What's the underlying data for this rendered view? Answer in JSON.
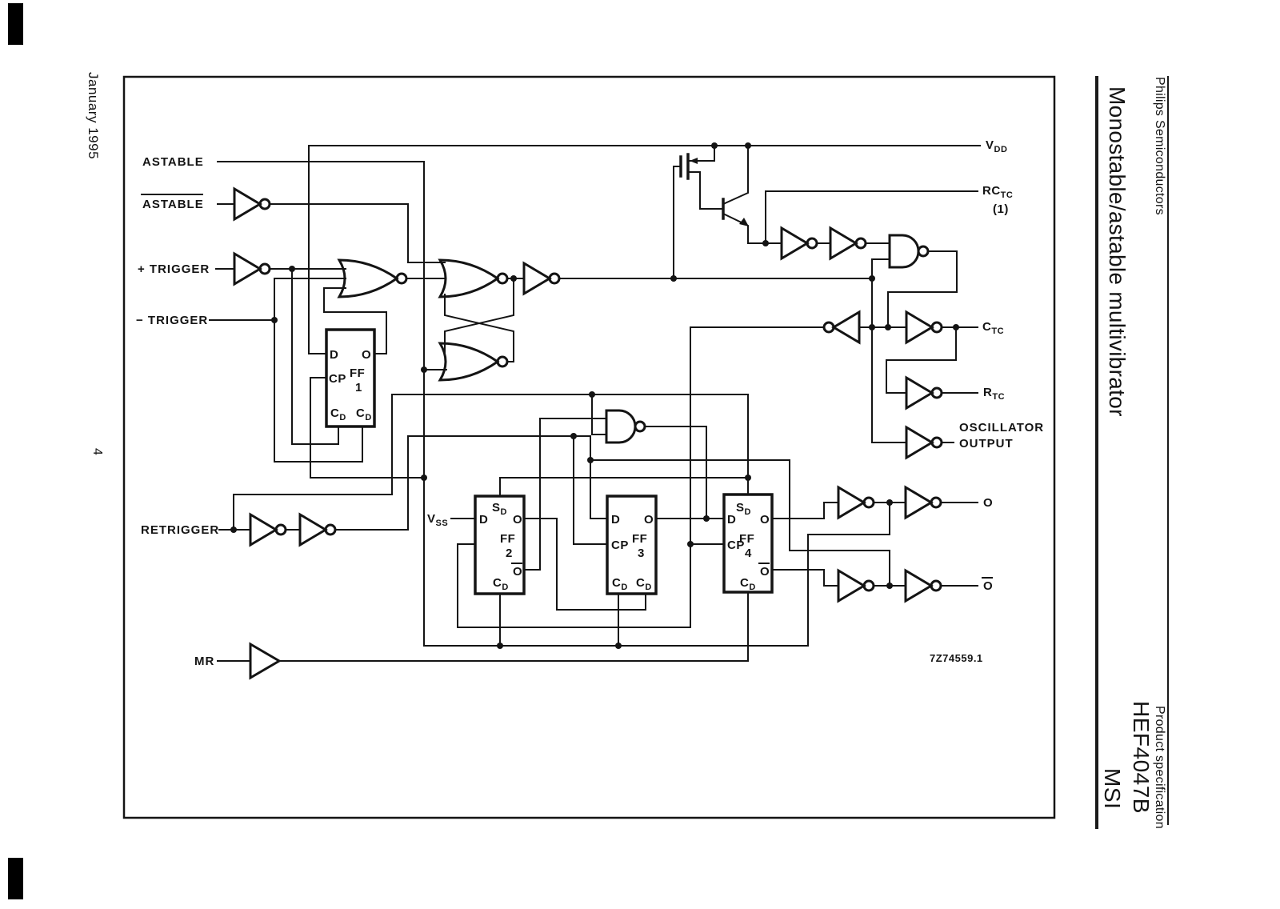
{
  "page": {
    "date": "January 1995",
    "page_number": "4"
  },
  "masthead": {
    "publisher": "Philips Semiconductors",
    "doc_type": "Product specification",
    "product_title": "Monostable/astable multivibrator",
    "part_number": "HEF4047B",
    "family": "MSI"
  },
  "schematic": {
    "figure_code": "7Z74559.1",
    "inputs": {
      "astable": "ASTABLE",
      "astable_bar": "ASTABLE",
      "trigger_plus": "+ TRIGGER",
      "trigger_minus": "− TRIGGER",
      "retrigger": "RETRIGGER",
      "master_reset": "MR"
    },
    "pins": {
      "vdd": "V",
      "vdd_sub": "DD",
      "vss": "V",
      "vss_sub": "SS",
      "rc": "RC",
      "rc_sub": "TC",
      "rc_note": "(1)",
      "c": "C",
      "c_sub": "TC",
      "r": "R",
      "r_sub": "TC",
      "osc1": "OSCILLATOR",
      "osc2": "OUTPUT",
      "out_q": "O",
      "out_q_bar": "O"
    },
    "ff": {
      "label": "FF",
      "d": "D",
      "o": "O",
      "o_bar": "O",
      "cp": "CP",
      "s": "S",
      "c": "C",
      "sub_d": "D",
      "numbers": [
        "1",
        "2",
        "3",
        "4"
      ]
    }
  }
}
